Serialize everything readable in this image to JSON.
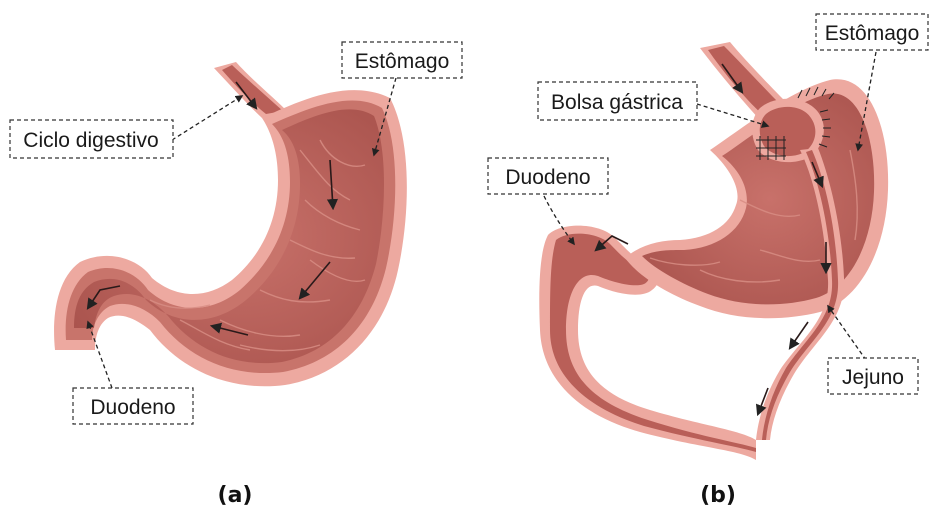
{
  "panel_a": {
    "caption": "(a)",
    "labels": {
      "estomago": "Estômago",
      "ciclo": "Ciclo digestivo",
      "duodeno": "Duodeno"
    }
  },
  "panel_b": {
    "caption": "(b)",
    "labels": {
      "estomago": "Estômago",
      "bolsa": "Bolsa gástrica",
      "duodeno": "Duodeno",
      "jejuno": "Jejuno"
    }
  },
  "colors": {
    "outer_wall": "#eda9a0",
    "muscle": "#c8746b",
    "lumen": "#b95f58",
    "fold": "#d88d84",
    "shadow": "#9e4d48"
  }
}
